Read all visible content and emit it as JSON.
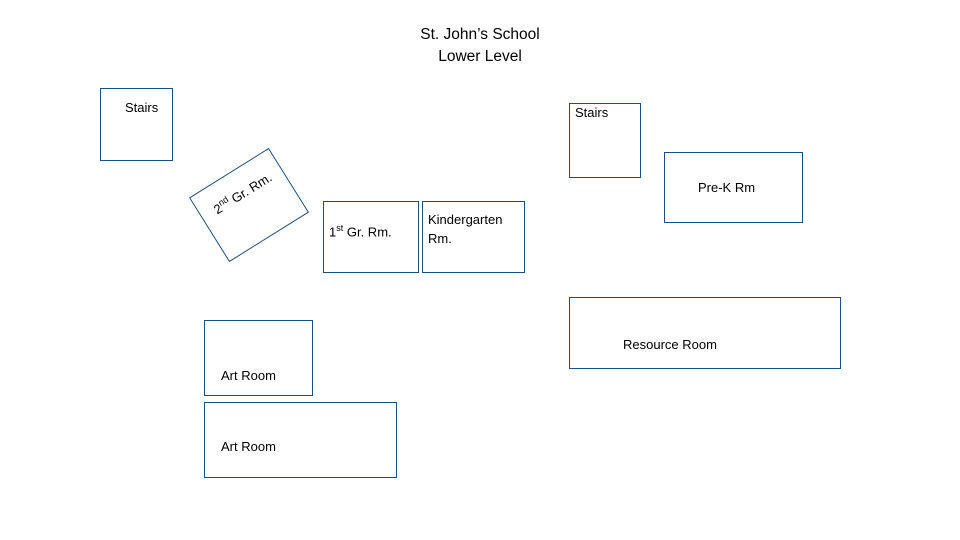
{
  "title": {
    "line1": "St. John’s School",
    "line2": "Lower Level"
  },
  "colors": {
    "outline": "#1f4e79",
    "background": "#ffffff",
    "text": "#000000"
  },
  "rooms": [
    {
      "id": "stairs-left",
      "label": "Stairs"
    },
    {
      "id": "stairs-right",
      "label": "Stairs"
    },
    {
      "id": "prek",
      "label": "Pre-K Rm"
    },
    {
      "id": "grade2",
      "label_part1": "2",
      "label_sup": "nd",
      "label_part2": " Gr. Rm."
    },
    {
      "id": "grade1",
      "label_part1": "1",
      "label_sup": "st",
      "label_part2": " Gr. Rm."
    },
    {
      "id": "kindergarten",
      "label": "Kindergarten Rm."
    },
    {
      "id": "resource",
      "label": "Resource Room"
    },
    {
      "id": "art-upper",
      "label": "Art Room"
    },
    {
      "id": "art-lower",
      "label": "Art Room"
    }
  ]
}
